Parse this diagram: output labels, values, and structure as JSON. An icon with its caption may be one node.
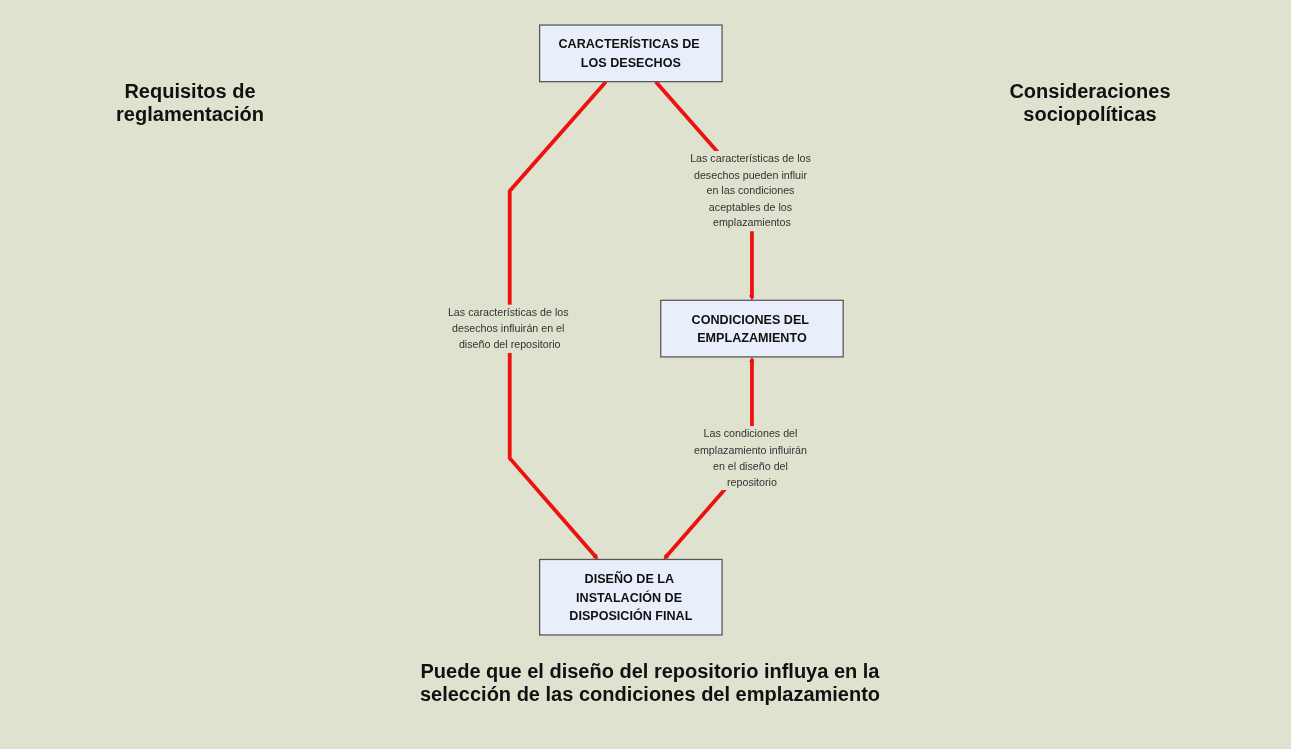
{
  "diagram": {
    "nodes": [
      {
        "text": [
          "CARACTERÍSTICAS DE LOS DESECHOS"
        ]
      },
      {
        "text": [
          "CONDICIONES DEL EMPLAZAMIENTO"
        ]
      },
      {
        "text": [
          "DISEÑO DE LA INSTALACIÓN DE DISPOSICIÓN FINAL"
        ]
      }
    ],
    "edges": [
      {
        "from": 0,
        "to": 1,
        "arrow": "to",
        "label": "Las características de los desechos pueden influir en las condiciones aceptables de los emplazamientos"
      },
      {
        "from": 0,
        "to": 2,
        "arrow": "to",
        "label": "Las características de los desechos influirán en el diseño del repositorio"
      },
      {
        "from": 1,
        "to": 2,
        "arrow": "both",
        "label": "Las condiciones del emplazamiento influirán en el diseño del repositorio"
      }
    ],
    "labels": [
      "Requisitos de reglamentación",
      "Consideraciones sociopolíticas",
      "Puede que el diseño del repositorio influya en la selección de las condiciones del emplazamiento"
    ]
  }
}
